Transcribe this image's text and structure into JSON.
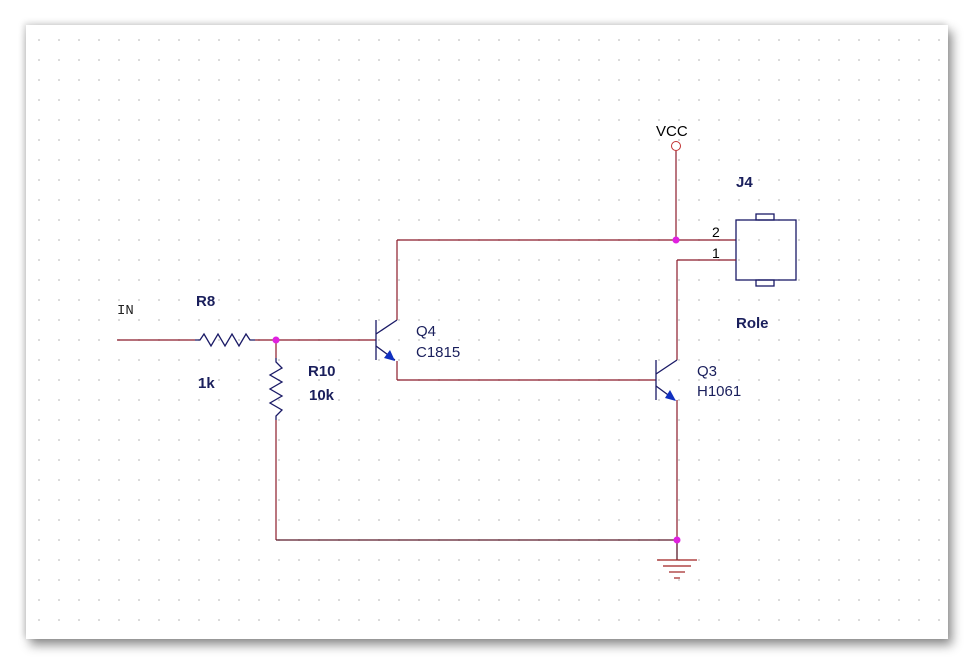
{
  "colors": {
    "wire": "#8b1a2a",
    "symbol": "#1a1a66",
    "junction": "#e020e0",
    "arrow": "#1030c0",
    "label": "#1a1f5c"
  },
  "net_labels": {
    "input": "IN",
    "power": "VCC"
  },
  "components": {
    "r8": {
      "ref": "R8",
      "value": "1k"
    },
    "r10": {
      "ref": "R10",
      "value": "10k"
    },
    "q4": {
      "ref": "Q4",
      "value": "C1815"
    },
    "q3": {
      "ref": "Q3",
      "value": "H1061"
    },
    "j4": {
      "ref": "J4",
      "value": "Role",
      "pins": [
        "2",
        "1"
      ]
    }
  }
}
